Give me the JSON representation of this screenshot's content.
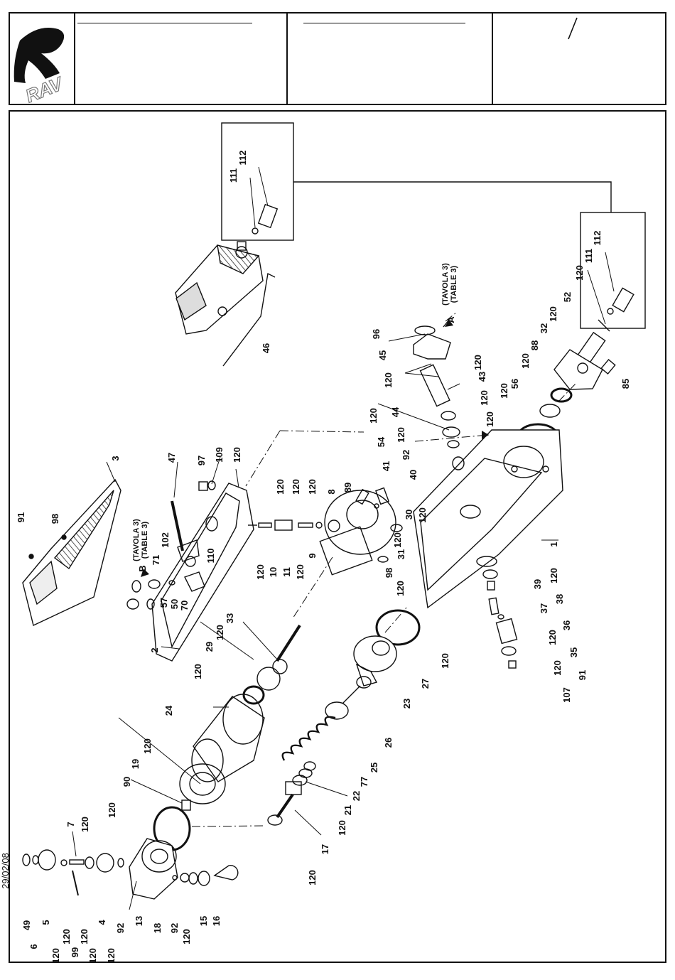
{
  "logo": {
    "text": "RAV",
    "icon": "rav-logo"
  },
  "header": {
    "slash_mark": "/"
  },
  "footer": {
    "date": "29/02/08"
  },
  "labels": [
    {
      "id": "p112a",
      "text": "112"
    },
    {
      "id": "p111a",
      "text": "111"
    },
    {
      "id": "p46",
      "text": "46"
    },
    {
      "id": "p112b",
      "text": "112"
    },
    {
      "id": "p111b",
      "text": "111"
    },
    {
      "id": "p120a",
      "text": "120"
    },
    {
      "id": "p52",
      "text": "52"
    },
    {
      "id": "p120b",
      "text": "120"
    },
    {
      "id": "p32",
      "text": "32"
    },
    {
      "id": "p88",
      "text": "88"
    },
    {
      "id": "p120c",
      "text": "120"
    },
    {
      "id": "p56",
      "text": "56"
    },
    {
      "id": "p120d",
      "text": "120"
    },
    {
      "id": "p85",
      "text": "85"
    },
    {
      "id": "p96",
      "text": "96"
    },
    {
      "id": "p45",
      "text": "45"
    },
    {
      "id": "p120e",
      "text": "120"
    },
    {
      "id": "p120f",
      "text": "120"
    },
    {
      "id": "p43",
      "text": "43"
    },
    {
      "id": "p120g",
      "text": "120"
    },
    {
      "id": "p44",
      "text": "44"
    },
    {
      "id": "p120h",
      "text": "120"
    },
    {
      "id": "p120i",
      "text": "120"
    },
    {
      "id": "p54",
      "text": "54"
    },
    {
      "id": "p120j",
      "text": "120"
    },
    {
      "id": "p92a",
      "text": "92"
    },
    {
      "id": "p41",
      "text": "41"
    },
    {
      "id": "p40",
      "text": "40"
    },
    {
      "id": "p3",
      "text": "3"
    },
    {
      "id": "p47",
      "text": "47"
    },
    {
      "id": "p97",
      "text": "97"
    },
    {
      "id": "p109",
      "text": "109"
    },
    {
      "id": "p120k",
      "text": "120"
    },
    {
      "id": "p120l",
      "text": "120"
    },
    {
      "id": "p120m",
      "text": "120"
    },
    {
      "id": "p120n",
      "text": "120"
    },
    {
      "id": "p8",
      "text": "8"
    },
    {
      "id": "p89",
      "text": "89"
    },
    {
      "id": "p91a",
      "text": "91"
    },
    {
      "id": "p98a",
      "text": "98"
    },
    {
      "id": "p102",
      "text": "102"
    },
    {
      "id": "p110",
      "text": "110"
    },
    {
      "id": "pB",
      "text": "B"
    },
    {
      "id": "p71",
      "text": "71"
    },
    {
      "id": "p57",
      "text": "57"
    },
    {
      "id": "p50",
      "text": "50"
    },
    {
      "id": "p70",
      "text": "70"
    },
    {
      "id": "p120o",
      "text": "120"
    },
    {
      "id": "p10",
      "text": "10"
    },
    {
      "id": "p11",
      "text": "11"
    },
    {
      "id": "p120p",
      "text": "120"
    },
    {
      "id": "p9",
      "text": "9"
    },
    {
      "id": "p120q",
      "text": "120"
    },
    {
      "id": "p30",
      "text": "30"
    },
    {
      "id": "p120r",
      "text": "120"
    },
    {
      "id": "p31",
      "text": "31"
    },
    {
      "id": "p98b",
      "text": "98"
    },
    {
      "id": "p120s",
      "text": "120"
    },
    {
      "id": "p1",
      "text": "1"
    },
    {
      "id": "p120t",
      "text": "120"
    },
    {
      "id": "p39",
      "text": "39"
    },
    {
      "id": "p38",
      "text": "38"
    },
    {
      "id": "p37",
      "text": "37"
    },
    {
      "id": "p36",
      "text": "36"
    },
    {
      "id": "p120u",
      "text": "120"
    },
    {
      "id": "p35",
      "text": "35"
    },
    {
      "id": "p120v",
      "text": "120"
    },
    {
      "id": "p91b",
      "text": "91"
    },
    {
      "id": "p107",
      "text": "107"
    },
    {
      "id": "p2",
      "text": "2"
    },
    {
      "id": "p33",
      "text": "33"
    },
    {
      "id": "p120w",
      "text": "120"
    },
    {
      "id": "p29",
      "text": "29"
    },
    {
      "id": "p120x",
      "text": "120"
    },
    {
      "id": "p24",
      "text": "24"
    },
    {
      "id": "p120y",
      "text": "120"
    },
    {
      "id": "p27",
      "text": "27"
    },
    {
      "id": "p23",
      "text": "23"
    },
    {
      "id": "p26",
      "text": "26"
    },
    {
      "id": "p25",
      "text": "25"
    },
    {
      "id": "p77",
      "text": "77"
    },
    {
      "id": "p22",
      "text": "22"
    },
    {
      "id": "p21",
      "text": "21"
    },
    {
      "id": "p120z",
      "text": "120"
    },
    {
      "id": "p17",
      "text": "17"
    },
    {
      "id": "p120aa",
      "text": "120"
    },
    {
      "id": "p120ab",
      "text": "120"
    },
    {
      "id": "p19",
      "text": "19"
    },
    {
      "id": "p90",
      "text": "90"
    },
    {
      "id": "p120ac",
      "text": "120"
    },
    {
      "id": "p7",
      "text": "7"
    },
    {
      "id": "p120ad",
      "text": "120"
    },
    {
      "id": "p49",
      "text": "49"
    },
    {
      "id": "p6",
      "text": "6"
    },
    {
      "id": "p5",
      "text": "5"
    },
    {
      "id": "p120ae",
      "text": "120"
    },
    {
      "id": "p120af",
      "text": "120"
    },
    {
      "id": "p99",
      "text": "99"
    },
    {
      "id": "p120ag",
      "text": "120"
    },
    {
      "id": "p120ah",
      "text": "120"
    },
    {
      "id": "p4",
      "text": "4"
    },
    {
      "id": "p120ai",
      "text": "120"
    },
    {
      "id": "p92b",
      "text": "92"
    },
    {
      "id": "p13",
      "text": "13"
    },
    {
      "id": "p18",
      "text": "18"
    },
    {
      "id": "p92c",
      "text": "92"
    },
    {
      "id": "p120aj",
      "text": "120"
    },
    {
      "id": "p15",
      "text": "15"
    },
    {
      "id": "p16",
      "text": "16"
    },
    {
      "id": "pA",
      "text": "A"
    }
  ],
  "table_refs": [
    {
      "id": "refA1",
      "text": "(TAVOLA 3)"
    },
    {
      "id": "refA2",
      "text": "(TABLE 3)"
    },
    {
      "id": "refB1",
      "text": "(TAVOLA 3)"
    },
    {
      "id": "refB2",
      "text": "(TABLE 3)"
    }
  ]
}
